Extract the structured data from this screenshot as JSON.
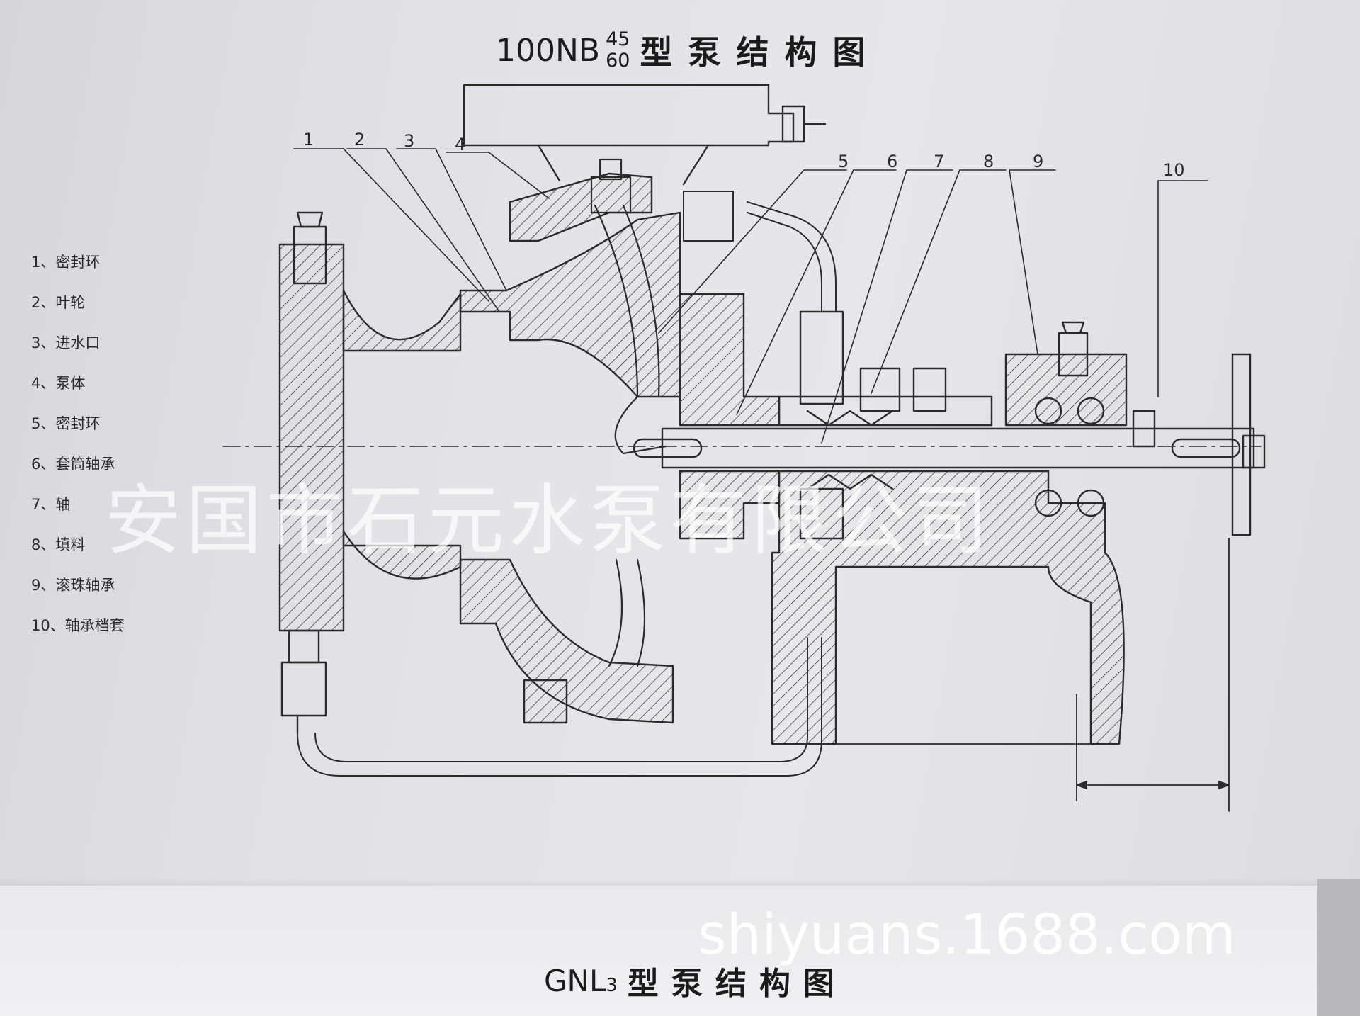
{
  "title": {
    "model": "100NB",
    "frac_top": "45",
    "frac_bottom": "60",
    "suffix": "型泵结构图"
  },
  "legend": [
    "1、密封环",
    "2、叶轮",
    "3、进水口",
    "4、泵体",
    "5、密封环",
    "6、套筒轴承",
    "7、轴",
    "8、填料",
    "9、滚珠轴承",
    "10、轴承档套"
  ],
  "callouts": [
    "1",
    "2",
    "3",
    "4",
    "5",
    "6",
    "7",
    "8",
    "9",
    "10"
  ],
  "watermark": {
    "company": "安国市石元水泵有限公司",
    "url": "shiyuans.1688.com"
  },
  "bottom_title": {
    "model": "GNL",
    "subscript": "3",
    "suffix": "型泵结构图"
  },
  "colors": {
    "ink": "#2b2b2b",
    "paper": "#e4e4e8"
  }
}
